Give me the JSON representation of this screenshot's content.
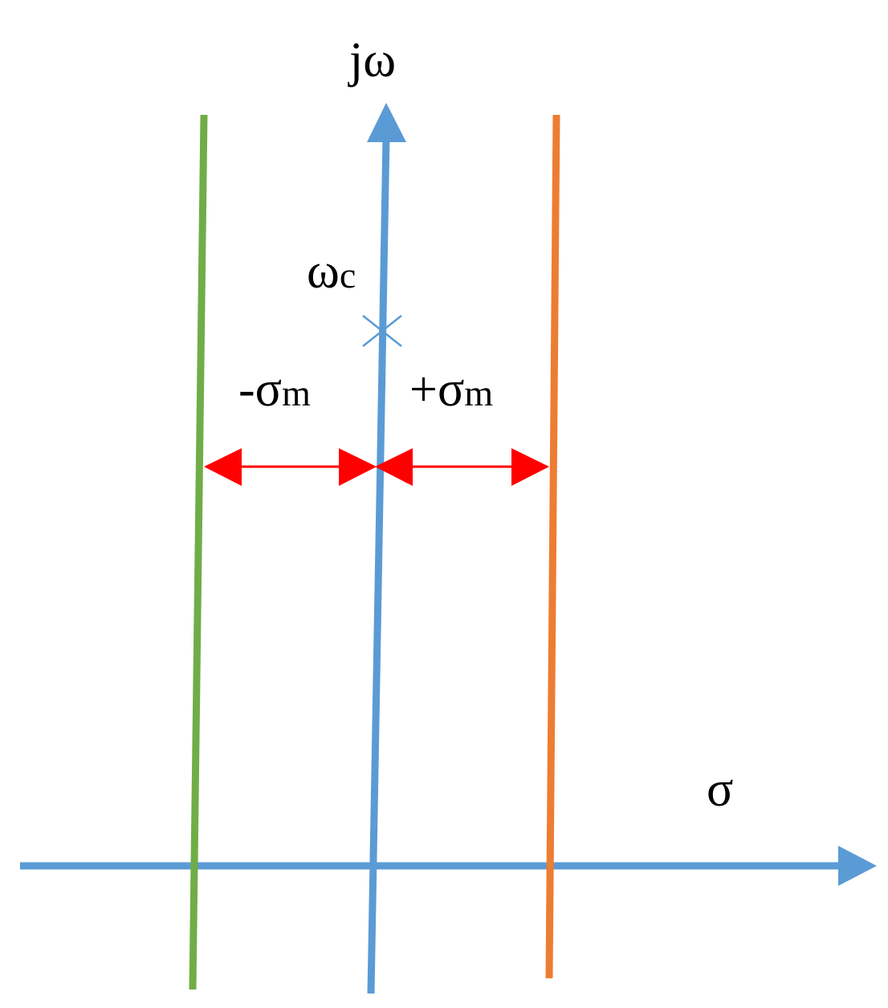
{
  "labels": {
    "imag_axis": "jω",
    "real_axis": "σ",
    "cutoff_freq": "ω",
    "cutoff_freq_sub": "c",
    "neg_margin_sign": "-",
    "pos_margin_sign": "+",
    "margin_symbol": "σ",
    "margin_sub": "m"
  },
  "colors": {
    "axes": "#5b9bd5",
    "left_boundary": "#70ad47",
    "right_boundary": "#ed7d31",
    "margin_arrows": "#ff0000",
    "pole_marker": "#5b9bd5",
    "text": "#000000"
  }
}
